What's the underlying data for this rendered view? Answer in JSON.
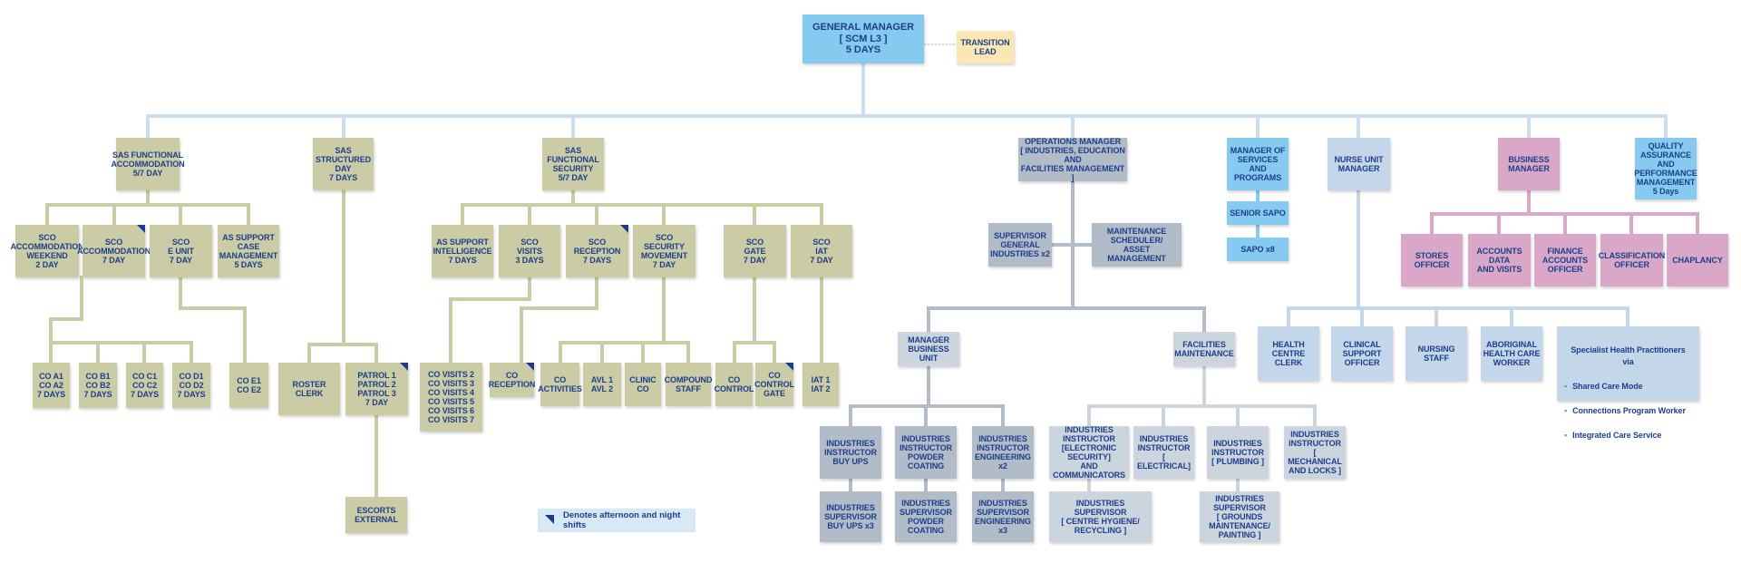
{
  "colors": {
    "gm": "#86cbef",
    "transition": "#fbe7b4",
    "sas": "#cbcca5",
    "operations": "#b2bcc8",
    "operations_light": "#ccd5de",
    "services": "#86cbef",
    "nurse": "#c3d6ea",
    "business": "#d9a8c8",
    "text": "#1c3f8c",
    "shift_marker": "#1e3a8a"
  },
  "legend": {
    "label": "Denotes afternoon and night shifts"
  },
  "nodes": {
    "gm": "GENERAL MANAGER\n[ SCM L3 ]\n5 DAYS",
    "transition": "TRANSITION\nLEAD",
    "sas_accom": "SAS FUNCTIONAL\nACCOMMODATION\n5/7 DAY",
    "sas_structured": "SAS\nSTRUCTURED\nDAY\n7 DAYS",
    "sas_security": "SAS FUNCTIONAL\nSECURITY\n5/7 DAY",
    "ops_manager": "OPERATIONS MANAGER\n[ INDUSTRIES, EDUCATION AND\nFACILITIES MANAGEMENT ]",
    "mgr_services": "MANAGER OF\nSERVICES AND\nPROGRAMS",
    "nurse_manager": "NURSE UNIT\nMANAGER",
    "business_manager": "BUSINESS\nMANAGER",
    "qa_manager": "QUALITY\nASSURANCE AND\nPERFORMANCE\nMANAGEMENT\n5 Days",
    "sco_accom_weekend": "SCO\nACCOMMODATION\nWEEKEND\n2 DAY",
    "sco_accom": "SCO\nACCOMMODATION\n7 DAY",
    "sco_eunit": "SCO\nE UNIT\n7 DAY",
    "as_case": "AS SUPPORT\nCASE\nMANAGEMENT\n5 DAYS",
    "co_a": "CO A1\nCO A2\n7 DAYS",
    "co_b": "CO B1\nCO B2\n7 DAYS",
    "co_c": "CO C1\nCO C2\n7 DAYS",
    "co_d": "CO D1\nCO D2\n7 DAYS",
    "co_e": "CO E1\nCO E2",
    "roster_clerk": "ROSTER\nCLERK",
    "patrol": "PATROL 1\nPATROL 2\nPATROL 3\n7 DAY",
    "escorts": "ESCORTS\nEXTERNAL",
    "as_intel": "AS SUPPORT\nINTELLIGENCE\n7 DAYS",
    "sco_visits": "SCO\nVISITS\n3 DAYS",
    "sco_reception": "SCO\nRECEPTION\n7 DAYS",
    "sco_movement": "SCO SECURITY\nMOVEMENT\n7 DAY",
    "sco_gate": "SCO\nGATE\n7 DAY",
    "sco_iat": "SCO\nIAT\n7 DAY",
    "co_visits": "CO VISITS 2\nCO VISITS 3\nCO VISITS 4\nCO VISITS 5\nCO VISITS 6\nCO VISITS 7",
    "co_reception": "CO\nRECEPTION",
    "co_activities": "CO\nACTIVITIES",
    "avl": "AVL 1\nAVL 2",
    "clinic_co": "CLINIC\nCO",
    "compound_staff": "COMPOUND\nSTAFF",
    "co_control": "CO\nCONTROL",
    "co_control_gate": "CO\nCONTROL\nGATE",
    "iat": "IAT 1\nIAT 2",
    "supervisor_general": "SUPERVISOR\nGENERAL\nINDUSTRIES x2",
    "maintenance_scheduler": "MAINTENANCE\nSCHEDULER/\nASSET MANAGEMENT",
    "manager_business_unit": "MANAGER\nBUSINESS UNIT",
    "facilities_maintenance": "FACILITIES\nMAINTENANCE",
    "ii_buyups": "INDUSTRIES\nINSTRUCTOR\nBUY UPS",
    "ii_powder": "INDUSTRIES\nINSTRUCTOR\nPOWDER\nCOATING",
    "ii_engineering": "INDUSTRIES\nINSTRUCTOR\nENGINEERING\nx2",
    "is_buyups": "INDUSTRIES\nSUPERVISOR\nBUY UPS x3",
    "is_powder": "INDUSTRIES\nSUPERVISOR\nPOWDER\nCOATING",
    "is_engineering": "INDUSTRIES\nSUPERVISOR\nENGINEERING\nx3",
    "ii_electronic": "INDUSTRIES\nINSTRUCTOR\n[ELECTRONIC SECURITY]\nAND COMMUNICATORS",
    "ii_electrical": "INDUSTRIES\nINSTRUCTOR\n[ ELECTRICAL]",
    "ii_plumbing": "INDUSTRIES\nINSTRUCTOR\n[ PLUMBING ]",
    "ii_mechanical": "INDUSTRIES\nINSTRUCTOR\n[ MECHANICAL\nAND LOCKS ]",
    "is_hygiene": "INDUSTRIES SUPERVISOR\n[ CENTRE HYGIENE/\nRECYCLING ]",
    "is_grounds": "INDUSTRIES SUPERVISOR\n[ GROUNDS\nMAINTENANCE/\nPAINTING ]",
    "senior_sapo": "SENIOR SAPO",
    "sapo": "SAPO x8",
    "health_clerk": "HEALTH\nCENTRE\nCLERK",
    "clinical_support": "CLINICAL\nSUPPORT\nOFFICER",
    "nursing_staff": "NURSING\nSTAFF",
    "aboriginal_worker": "ABORIGINAL\nHEALTH CARE\nWORKER",
    "stores_officer": "STORES\nOFFICER",
    "accounts_data": "ACCOUNTS DATA\nAND VISITS",
    "finance_officer": "FINANCE\nACCOUNTS\nOFFICER",
    "classification_officer": "CLASSIFICATION\nOFFICER",
    "chaplaincy": "CHAPLANCY"
  },
  "specialist": {
    "title": "Specialist Health Practitioners via",
    "items": [
      "Shared Care Mode",
      "Connections Program Worker",
      "Integrated Care Service"
    ]
  }
}
